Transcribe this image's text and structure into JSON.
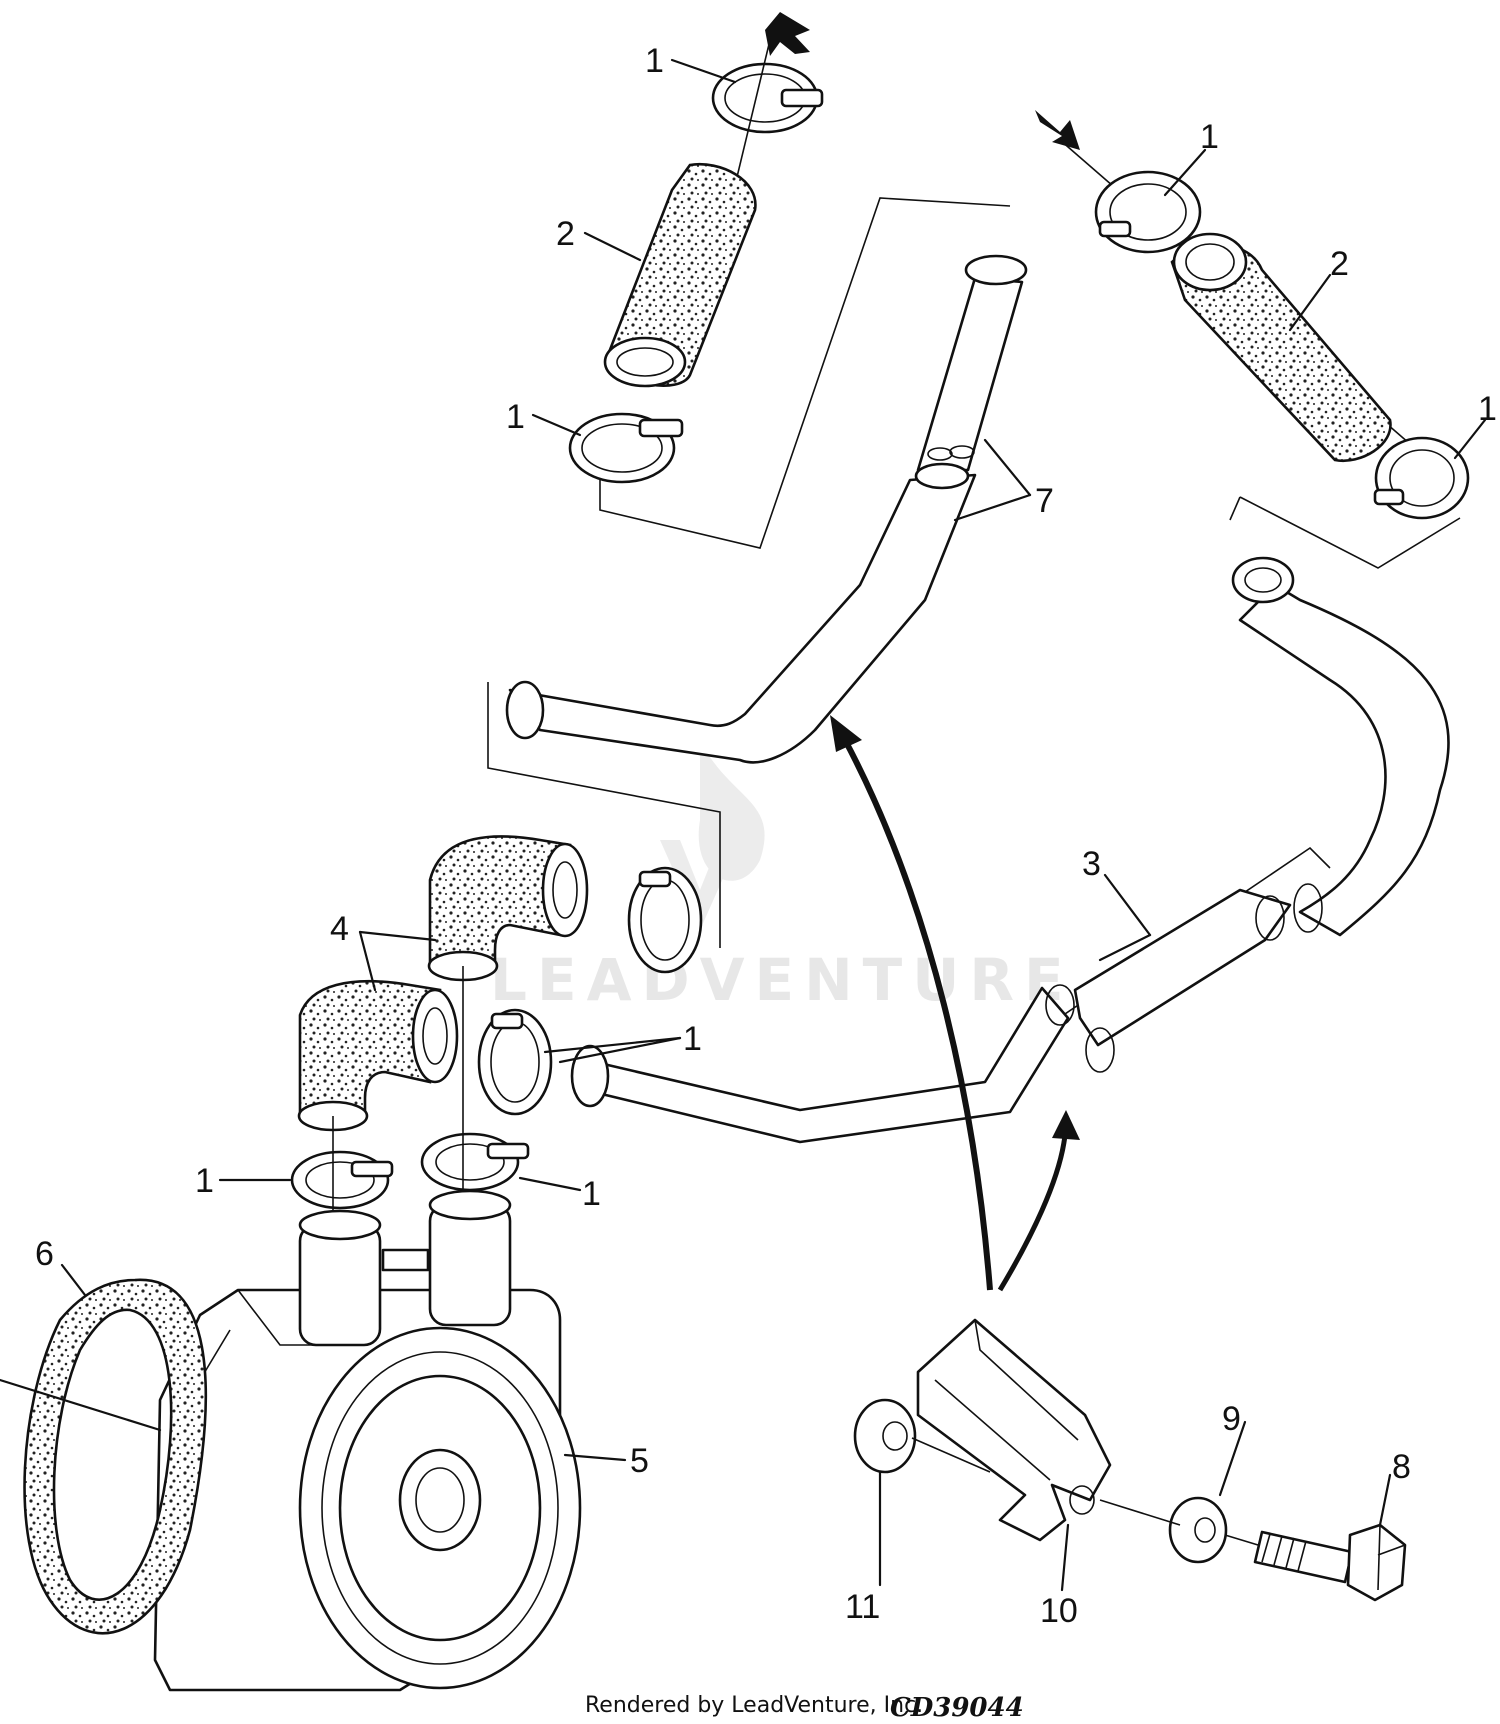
{
  "callouts": {
    "c1a": "1",
    "c1b": "1",
    "c1c": "1",
    "c1d": "1",
    "c1e": "1",
    "c1f": "1",
    "c1g": "1",
    "c2a": "2",
    "c2b": "2",
    "c3": "3",
    "c4": "4",
    "c5": "5",
    "c6": "6",
    "c7": "7",
    "c8": "8",
    "c9": "9",
    "c10": "10",
    "c11": "11"
  },
  "watermark": "LEADVENTURE",
  "footer": {
    "rendered_by": "Rendered by LeadVenture, Inc.",
    "drawing_code": "CD39044"
  }
}
